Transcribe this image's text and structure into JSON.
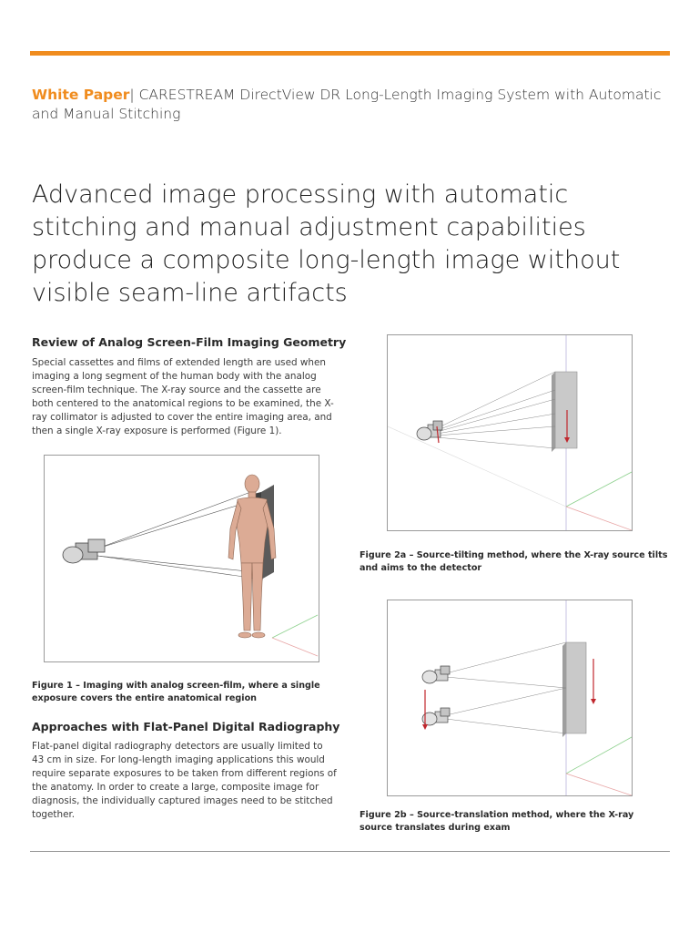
{
  "header": {
    "label": "White Paper",
    "separator": "|",
    "title": "CARESTREAM DirectView DR Long-Length Imaging System with Automatic and Manual Stitching"
  },
  "headline": "Advanced image processing with automatic stitching and manual adjustment capabilities produce a composite long-length image without visible seam-line artifacts",
  "section1": {
    "heading": "Review of Analog Screen-Film Imaging Geometry",
    "body": "Special cassettes and films of extended length are used when imaging a long segment of the human body with the analog screen-film technique. The X-ray source and the cassette are both centered to the anatomical regions to be examined, the X-ray collimator is adjusted to cover the entire imaging area, and then a single X-ray exposure is performed (Figure 1)."
  },
  "figure1": {
    "caption": "Figure 1 – Imaging with analog screen-film, where a single exposure covers the entire anatomical region"
  },
  "section2": {
    "heading": "Approaches with Flat-Panel Digital Radiography",
    "body": "Flat-panel digital radiography detectors are usually limited to 43 cm in size. For long-length imaging applications this would require separate exposures to be taken from different regions of the anatomy. In order to create a large, composite image for diagnosis, the individually captured images need to be stitched together."
  },
  "figure2a": {
    "caption": "Figure 2a – Source-tilting method, where the X-ray source tilts and aims to the detector"
  },
  "figure2b": {
    "caption": "Figure 2b – Source-translation method, where the X-ray source translates during exam"
  },
  "colors": {
    "accent": "#f08c1e",
    "arrow": "#c0272d"
  }
}
